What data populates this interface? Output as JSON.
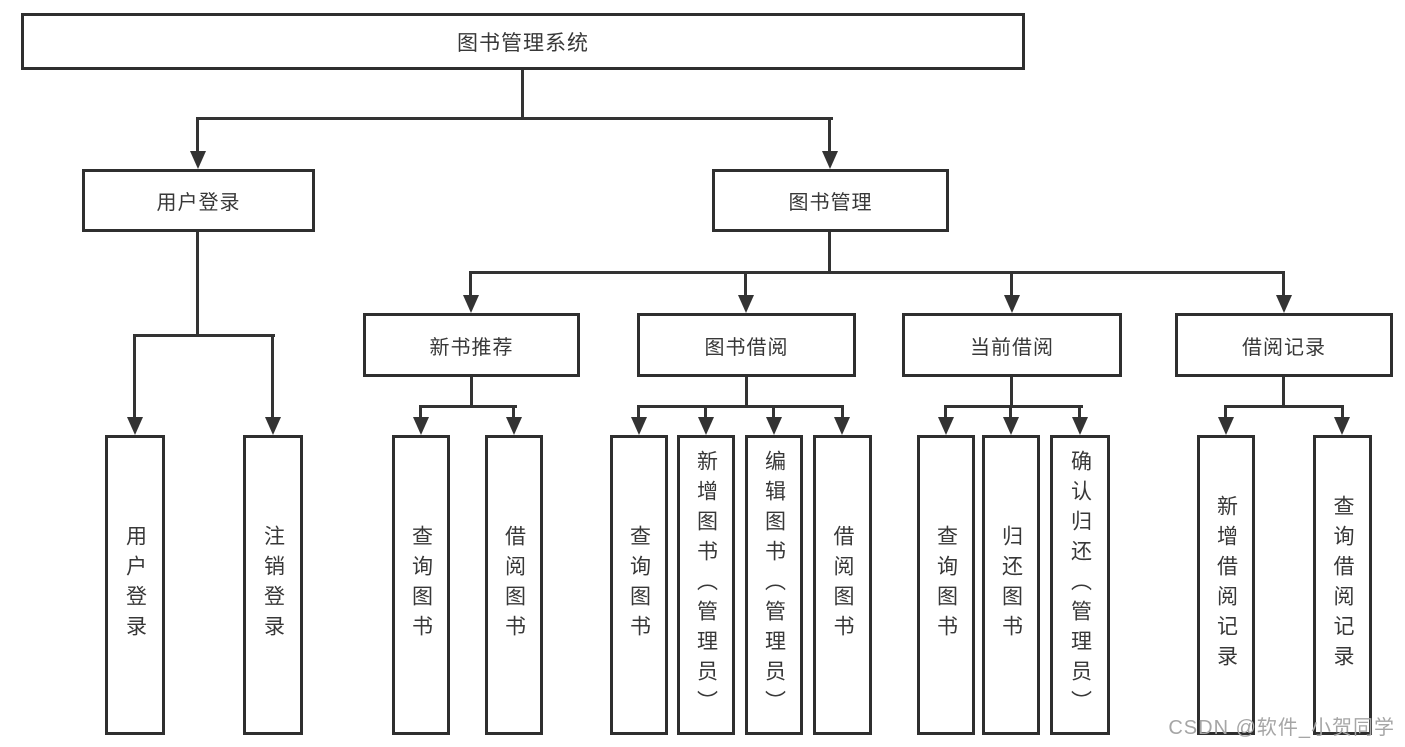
{
  "tree": {
    "label": "图书管理系统",
    "children": [
      {
        "label": "用户登录",
        "children": [
          {
            "label": "用户登录"
          },
          {
            "label": "注销登录"
          }
        ]
      },
      {
        "label": "图书管理",
        "children": [
          {
            "label": "新书推荐",
            "children": [
              {
                "label": "查询图书"
              },
              {
                "label": "借阅图书"
              }
            ]
          },
          {
            "label": "图书借阅",
            "children": [
              {
                "label": "查询图书"
              },
              {
                "label": "新增图书（管理员）"
              },
              {
                "label": "编辑图书（管理员）"
              },
              {
                "label": "借阅图书"
              }
            ]
          },
          {
            "label": "当前借阅",
            "children": [
              {
                "label": "查询图书"
              },
              {
                "label": "归还图书"
              },
              {
                "label": "确认归还（管理员）"
              }
            ]
          },
          {
            "label": "借阅记录",
            "children": [
              {
                "label": "新增借阅记录"
              },
              {
                "label": "查询借阅记录"
              }
            ]
          }
        ]
      }
    ]
  },
  "watermark": {
    "text": "CSDN @软件_小贺同学"
  },
  "colors": {
    "line": "#333333",
    "box_border": "#2f2f2f",
    "text": "#383838",
    "watermark": "#a6a6a6",
    "background": "#ffffff"
  }
}
